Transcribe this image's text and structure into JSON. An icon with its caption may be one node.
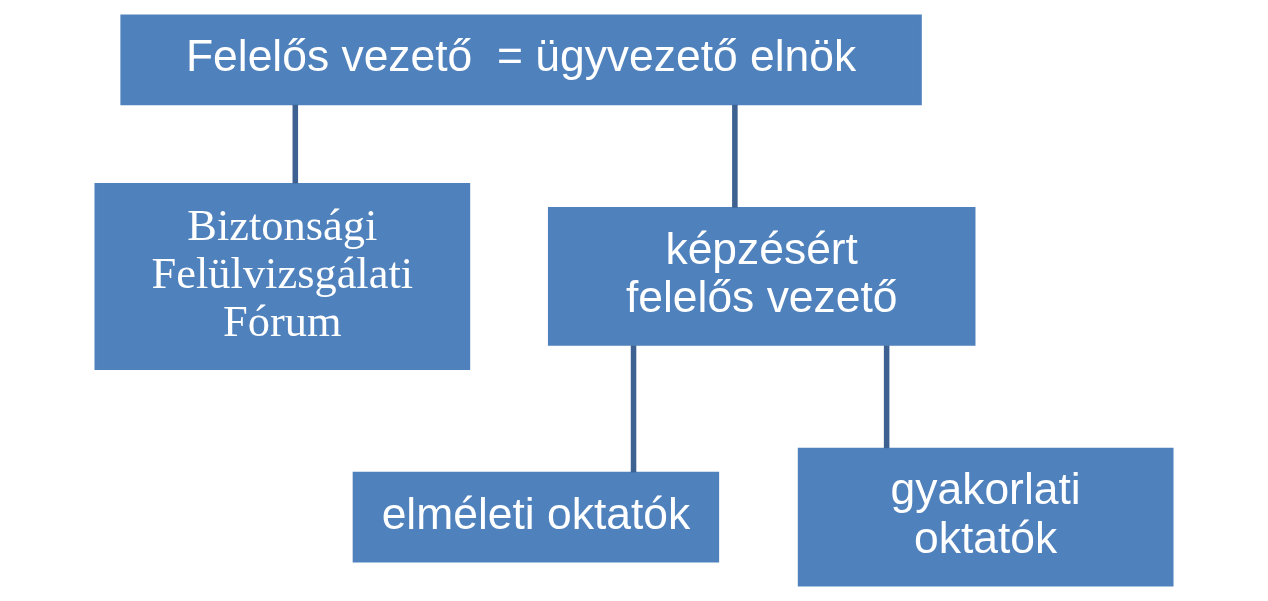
{
  "diagram": {
    "nodes": [
      {
        "text": [
          "Felelős vezető  = ügyvezető elnök"
        ]
      },
      {
        "text": [
          "Biztonsági Felülvizsgálati Fórum"
        ]
      },
      {
        "text": [
          "képzésért felelős vezető"
        ]
      },
      {
        "text": [
          "elméleti oktatók"
        ]
      },
      {
        "text": [
          "gyakorlati oktatók"
        ]
      }
    ],
    "edges": [
      {
        "from": 0,
        "to": 1,
        "arrow": "none"
      },
      {
        "from": 0,
        "to": 2,
        "arrow": "none"
      },
      {
        "from": 2,
        "to": 3,
        "arrow": "none"
      },
      {
        "from": 2,
        "to": 4,
        "arrow": "none"
      }
    ]
  }
}
